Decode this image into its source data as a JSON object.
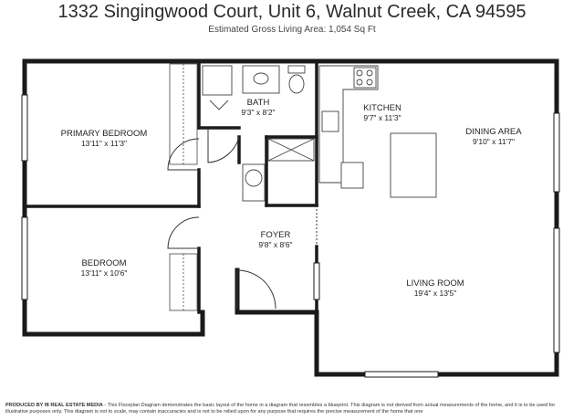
{
  "header": {
    "title": "1332 Singingwood Court, Unit 6, Walnut Creek, CA 94595",
    "subtitle": "Estimated Gross Living Area: 1,054 Sq Ft"
  },
  "rooms": {
    "primary_bedroom": {
      "name": "PRIMARY BEDROOM",
      "dims": "13'11\" x 11'3\""
    },
    "bath": {
      "name": "BATH",
      "dims": "9'3\" x 8'2\""
    },
    "kitchen": {
      "name": "KITCHEN",
      "dims": "9'7\" x 11'3\""
    },
    "dining_area": {
      "name": "DINING AREA",
      "dims": "9'10\" x 11'7\""
    },
    "bedroom": {
      "name": "BEDROOM",
      "dims": "13'11\" x 10'6\""
    },
    "foyer": {
      "name": "FOYER",
      "dims": "9'8\" x 8'6\""
    },
    "living_room": {
      "name": "LIVING ROOM",
      "dims": "19'4\" x 13'5\""
    }
  },
  "footer": {
    "producer": "PRODUCED BY f8 REAL ESTATE MEDIA",
    "disclaimer": " - This Floorplan Diagram demonstrates the basic layout of the home in a diagram that resembles a blueprint. This diagram is not derived from actual measurements of the home, and it is to be used for illustrative purposes only. This diagram is not to scale, may contain inaccuracies and is not to be relied upon for any purpose that requires the precise measurement of the home that one"
  },
  "colors": {
    "wall": "#1a1a1a",
    "fixture": "#555555"
  }
}
